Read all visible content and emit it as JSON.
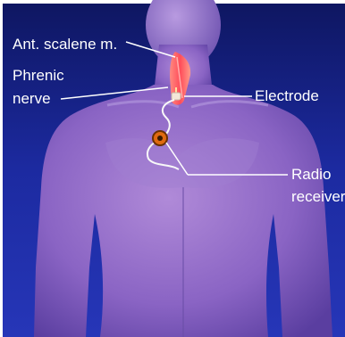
{
  "labels": {
    "scalene": "Ant. scalene m.",
    "phrenic_line1": "Phrenic",
    "phrenic_line2": "nerve",
    "electrode": "Electrode",
    "radio_line1": "Radio",
    "radio_line2": "receiver"
  },
  "colors": {
    "background": "#1b2896",
    "skin": "#8a64c4",
    "muscle": "#ff6a6a",
    "label_text": "#ffffff",
    "receiver": "#e06a10"
  }
}
